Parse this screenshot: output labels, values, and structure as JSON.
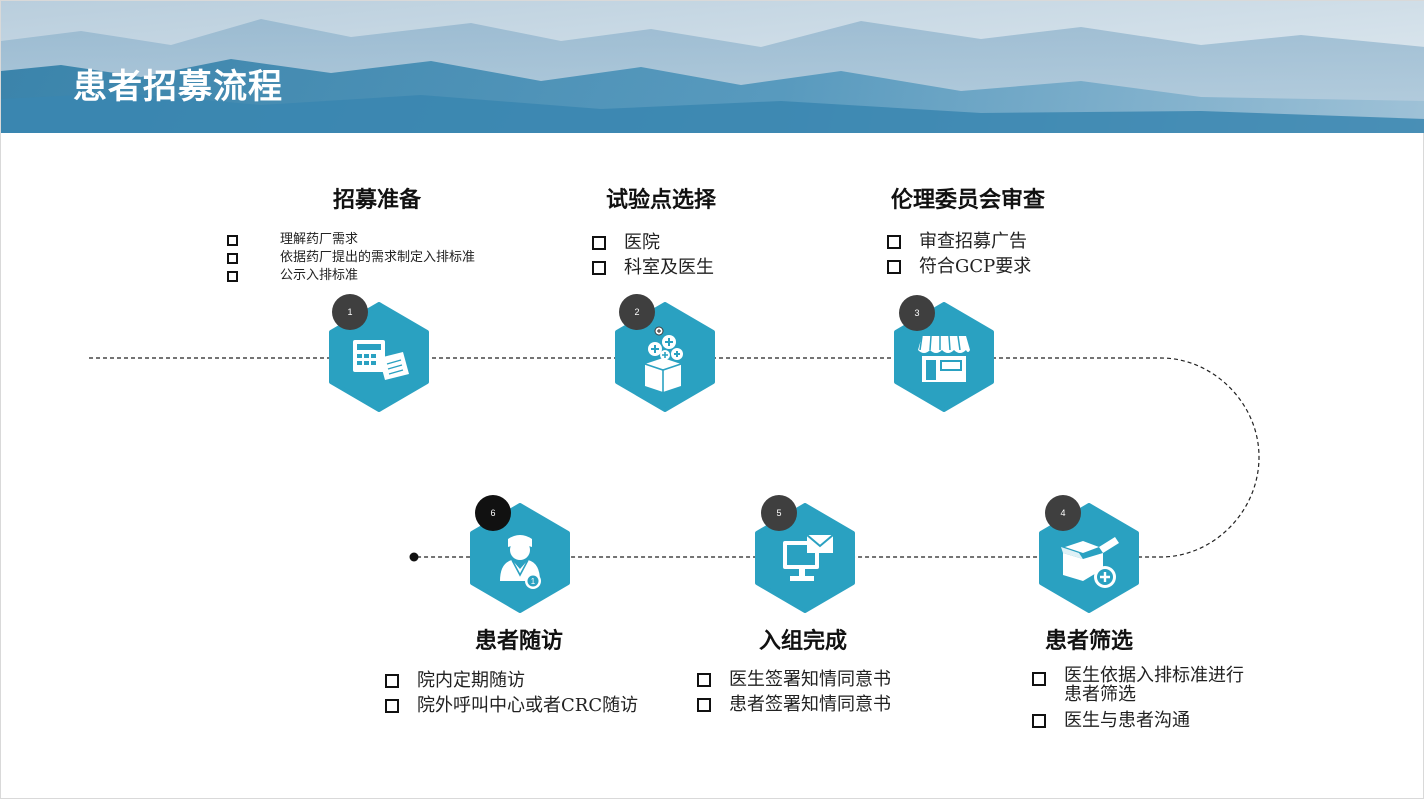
{
  "slide": {
    "title": "患者招募流程"
  },
  "colors": {
    "accent": "#2aa1c1",
    "badge": "#3f3f3f",
    "badge_active": "#111111",
    "banner_sky": "#cfdee9",
    "banner_mountain": "#3f86ab"
  },
  "steps": [
    {
      "number": "1",
      "title": "招募准备",
      "icon": "calculator-invoice-icon",
      "bullets": [
        "理解药厂需求",
        "依据药厂提出的需求制定入排标准",
        "公示入排标准"
      ]
    },
    {
      "number": "2",
      "title": "试验点选择",
      "icon": "box-plus-icon",
      "bullets": [
        "医院",
        "科室及医生"
      ]
    },
    {
      "number": "3",
      "title": "伦理委员会审查",
      "icon": "storefront-icon",
      "bullets": [
        "审查招募广告",
        "符合GCP要求"
      ]
    },
    {
      "number": "4",
      "title": "患者筛选",
      "icon": "open-box-plus-icon",
      "bullets": [
        "医生依据入排标准进行患者筛选",
        "医生与患者沟通"
      ]
    },
    {
      "number": "5",
      "title": "入组完成",
      "icon": "computer-mail-icon",
      "bullets": [
        "医生签署知情同意书",
        "患者签署知情同意书"
      ]
    },
    {
      "number": "6",
      "title": "患者随访",
      "icon": "doctor-medal-icon",
      "bullets": [
        "院内定期随访",
        "院外呼叫中心或者CRC随访"
      ]
    }
  ]
}
